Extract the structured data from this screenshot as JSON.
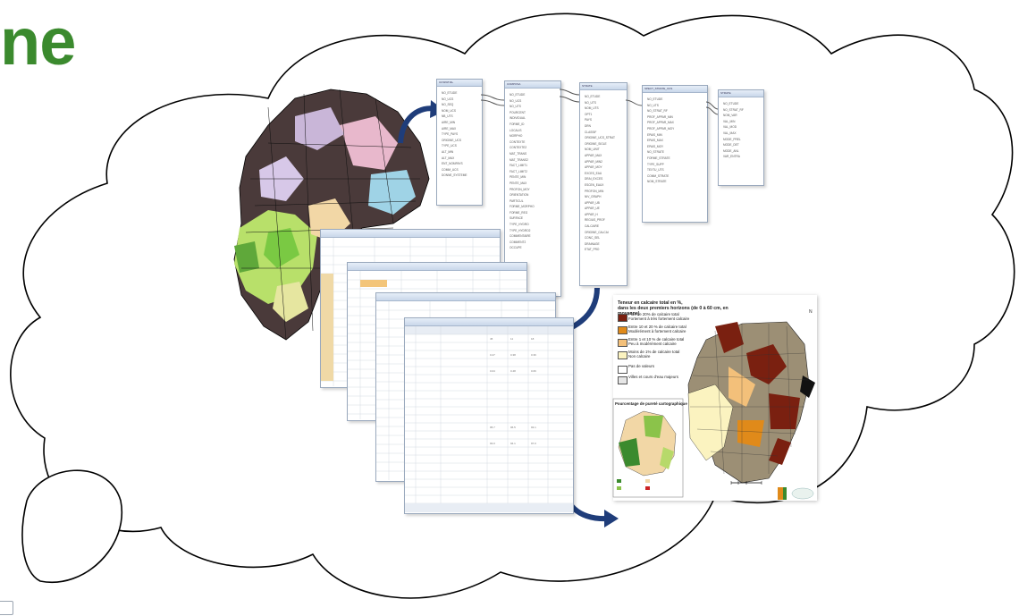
{
  "page": {
    "title_fragment": "ne"
  },
  "db_tables": [
    {
      "name": "UCSPATIAL",
      "fields": [
        "NO_ETUDE",
        "NO_UCS",
        "NO_SEQ",
        "NOM_UCS",
        "NB_UTS",
        "AIRE_MIN",
        "AIRE_MAX",
        "TYPE_PAYS",
        "ORIGINE_UCS",
        "TYPE_UCS",
        "ALT_MIN",
        "ALT_MAX",
        "ENT_NOMPAYS",
        "COMM_UCS",
        "DONNE_SYSTEME"
      ]
    },
    {
      "name": "COMPOSA",
      "fields": [
        "NO_ETUDE",
        "NO_UCS",
        "NO_UTS",
        "POURCENT",
        "INDIVIDUAL",
        "FORME_ID",
        "LOCALIS",
        "MORPHO",
        "CONTEXTE",
        "CONTEXTE2",
        "MAT_TRANS",
        "MAT_TRANS2",
        "FACT_LIMIT1",
        "FACT_LIMIT2",
        "PENTE_MIN",
        "PENTE_MAX",
        "PROFON_MOY",
        "ORIENTATION",
        "PARTICUL",
        "FORME_MORPHO",
        "FORME_REG",
        "SURFACE",
        "TYPE_HYDRO",
        "TYPE_HYDRO2",
        "COMMENTAIRE",
        "COMMENT2",
        "OCCUPE"
      ]
    },
    {
      "name": "STRATE",
      "fields": [
        "NO_ETUDE",
        "NO_UTS",
        "NOM_UTS",
        "OPT1",
        "PAYS",
        "DRN",
        "CLASSIF",
        "ORIGINE_UCS_STRAT",
        "ORIGINE_SIGLE",
        "NOM_UNIT",
        "APPAR_MAX",
        "APPAR_MIN2",
        "APPAR_MOY",
        "EXCES_EAU",
        "DRAI_EXCES",
        "ESCEN_EAUX",
        "PROFON_MIN",
        "NIV_GRAPH",
        "APPAR_UB",
        "APPAR_UE",
        "APPAR_H",
        "REGIUS_PROF",
        "CALCAIRE",
        "ORIGINE_CALCAI",
        "CONC_SEL",
        "DRAINAGE",
        "ETAT_PRO"
      ]
    },
    {
      "name": "SPECT_STRATE_UCS",
      "fields": [
        "NO_ETUDE",
        "NO_UTS",
        "NO_STRAT_RF",
        "PROF_APPAR_MIN",
        "PROF_APPAR_MAX",
        "PROF_APPAR_MOY",
        "EPAIS_MIN",
        "EPAIS_MAX",
        "EPAIS_MOY",
        "NO_STRATE",
        "FORME_STRATE",
        "TYPE_SUPP",
        "TEXTU_UTS",
        "COMM_STRATE",
        "NOM_STRATE"
      ]
    },
    {
      "name": "STRATE",
      "fields": [
        "NO_ETUDE",
        "NO_STRAT_RF",
        "NOM_VAR",
        "VAL_MIN",
        "VAL_MOD",
        "VAL_MAX",
        "MODE_PREL",
        "MODE_DET",
        "MODE_ANL",
        "VAR_ENTRA"
      ]
    }
  ],
  "legend": {
    "title_line1": "Teneur en calcaire total en %,",
    "title_line2": "dans les deux premiers horizons (de 0 à 60 cm, en moyenne)",
    "items": [
      {
        "color": "#7a2010",
        "line1": "Plus de 20% de calcaire total",
        "line2": "Fortement à très fortement calcaire"
      },
      {
        "color": "#e08a1a",
        "line1": "Entre 10 et 20 % de calcaire total",
        "line2": "Modérément à fortement calcaire"
      },
      {
        "color": "#f3c07a",
        "line1": "Entre 1 et 10 % de calcaire total",
        "line2": "Peu à modérément calcaire"
      },
      {
        "color": "#fbf3c0",
        "line1": "Moins de 1% de calcaire total",
        "line2": "Non calcaire"
      },
      {
        "color": "#ffffff",
        "line1": "Pas de valeurs",
        "line2": ""
      },
      {
        "color": "#e6e6e6",
        "line1": "Villes et cours d'eau majeurs",
        "line2": ""
      }
    ]
  },
  "inset_map": {
    "title": "Pourcentage de pureté cartographique"
  },
  "north_label": "N",
  "colors": {
    "title_green": "#3b8a2e",
    "arrow_navy": "#1f3d7a",
    "cloud_stroke": "#000000"
  }
}
